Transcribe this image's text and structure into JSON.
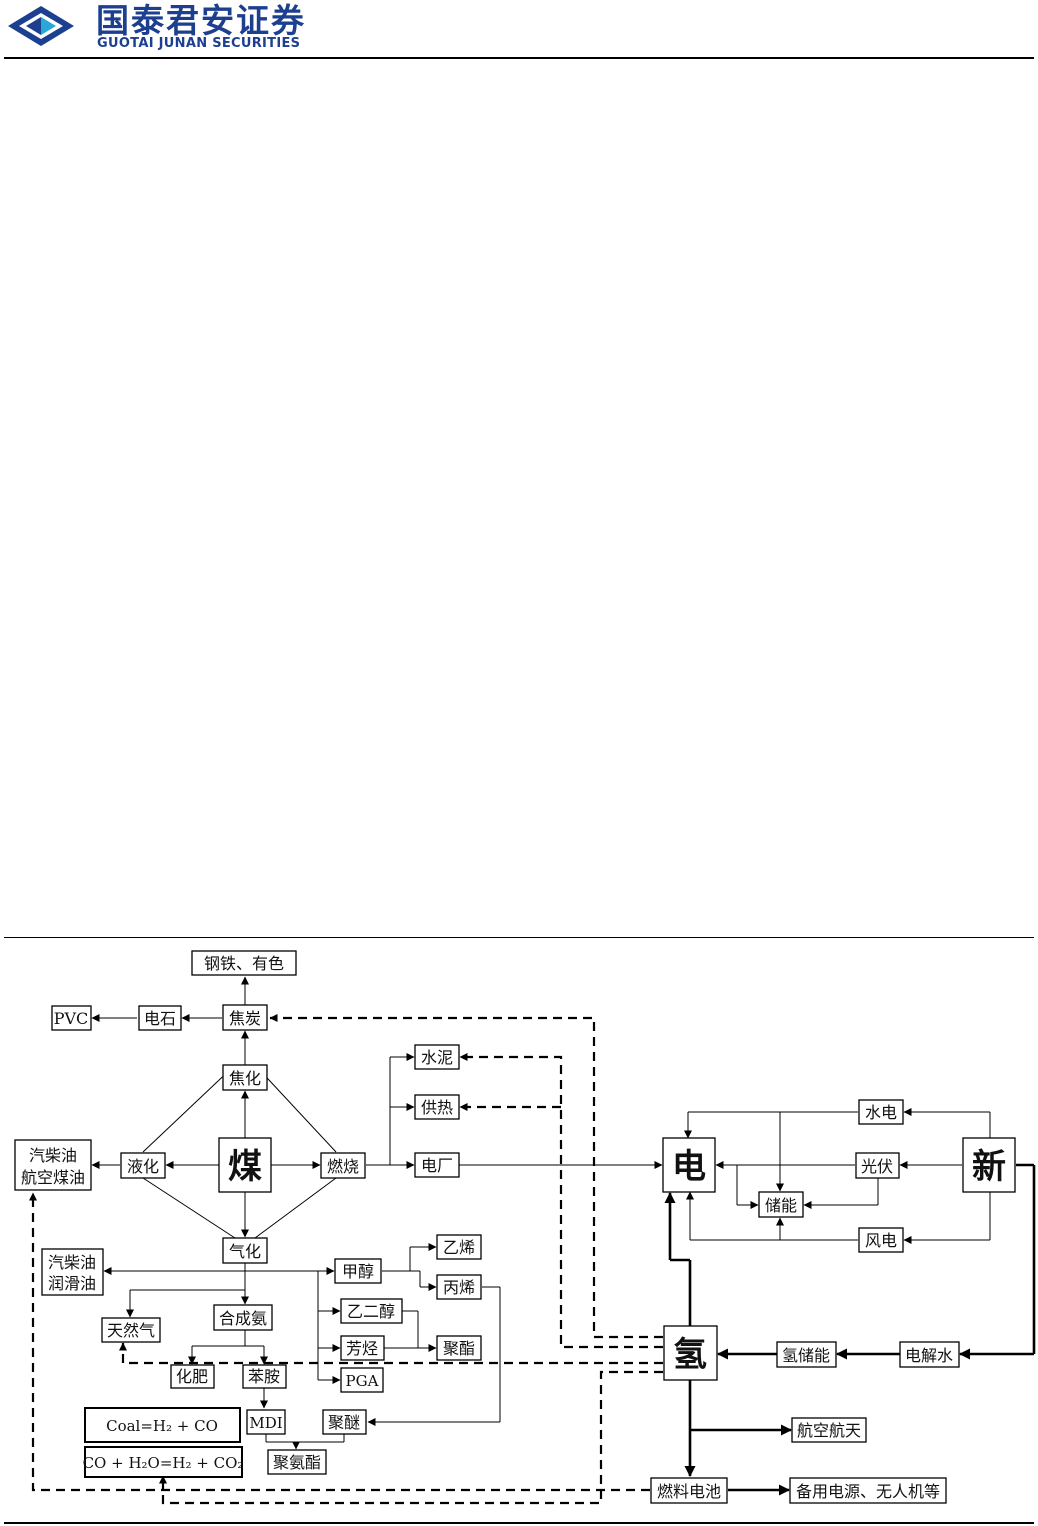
{
  "header": {
    "brand_cn": "国泰君安证券",
    "brand_en": "GUOTAI JUNAN SECURITIES",
    "logo_colors": {
      "blue": "#1d3f8f",
      "cyan": "#29a8d8"
    }
  },
  "nodes": {
    "steel": {
      "label": "钢铁、有色"
    },
    "pvc": {
      "label": "PVC"
    },
    "carbide": {
      "label": "电石"
    },
    "coke": {
      "label": "焦炭"
    },
    "cement": {
      "label": "水泥"
    },
    "coking": {
      "label": "焦化"
    },
    "heating": {
      "label": "供热"
    },
    "diesel1": {
      "line1": "汽柴油",
      "line2": "航空煤油"
    },
    "liquef": {
      "label": "液化"
    },
    "coal": {
      "label": "煤"
    },
    "burn": {
      "label": "燃烧"
    },
    "plant": {
      "label": "电厂"
    },
    "gasif": {
      "label": "气化"
    },
    "diesel2": {
      "line1": "汽柴油",
      "line2": "润滑油"
    },
    "methanol": {
      "label": "甲醇"
    },
    "ethylene": {
      "label": "乙烯"
    },
    "propylene": {
      "label": "丙烯"
    },
    "ammonia": {
      "label": "合成氨"
    },
    "ng": {
      "label": "天然气"
    },
    "glycol": {
      "label": "乙二醇"
    },
    "aromatic": {
      "label": "芳烃"
    },
    "polyester": {
      "label": "聚酯"
    },
    "fert": {
      "label": "化肥"
    },
    "aniline": {
      "label": "苯胺"
    },
    "pga": {
      "label": "PGA"
    },
    "mdi": {
      "label": "MDI"
    },
    "polyether": {
      "label": "聚醚"
    },
    "pu": {
      "label": "聚氨酯"
    },
    "elec": {
      "label": "电"
    },
    "hydro": {
      "label": "水电"
    },
    "pv": {
      "label": "光伏"
    },
    "storage": {
      "label": "储能"
    },
    "wind": {
      "label": "风电"
    },
    "newe": {
      "label": "新"
    },
    "hyd": {
      "label": "氢"
    },
    "h2store": {
      "label": "氢储能"
    },
    "electro": {
      "label": "电解水"
    },
    "aero": {
      "label": "航空航天"
    },
    "fuelcell": {
      "label": "燃料电池"
    },
    "backup": {
      "label": "备用电源、无人机等"
    }
  },
  "equations": {
    "eq1": "Coal=H₂ + CO",
    "eq2": "CO + H₂O=H₂ + CO₂"
  }
}
